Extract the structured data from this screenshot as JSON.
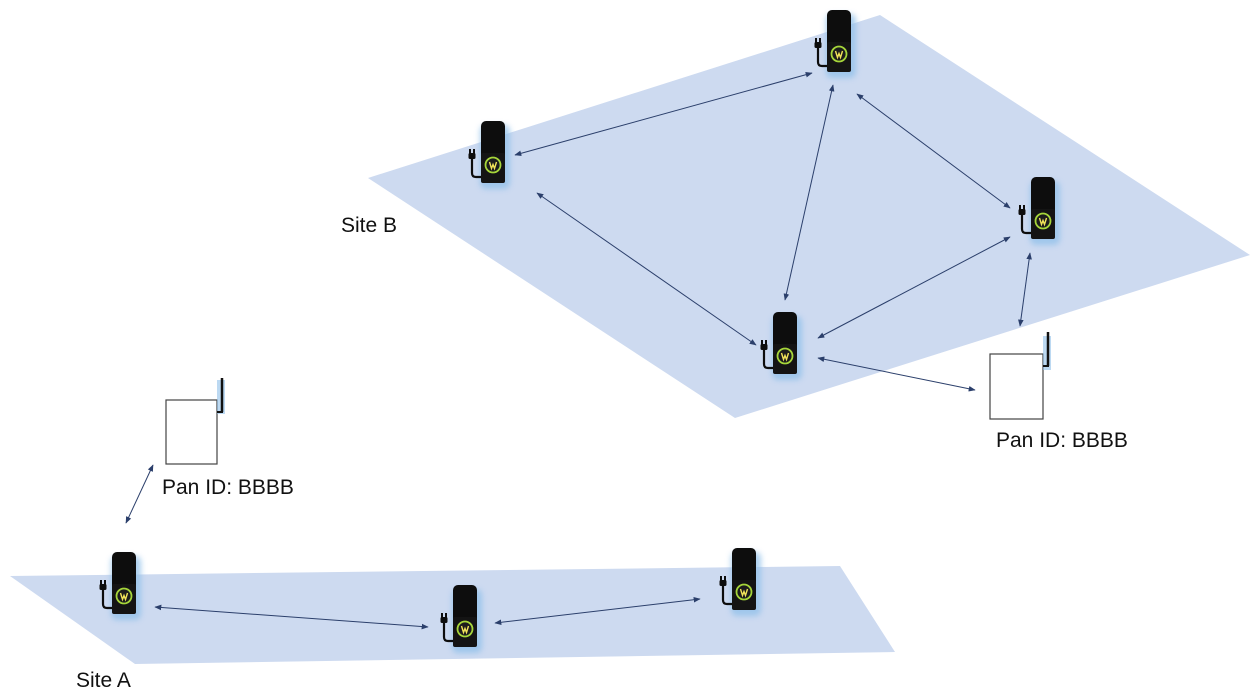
{
  "sites": {
    "site_a": {
      "label": "Site A"
    },
    "site_b": {
      "label": "Site B"
    }
  },
  "gateways": {
    "gateway_a": {
      "pan_label": "Pan ID: BBBB"
    },
    "gateway_b": {
      "pan_label": "Pan ID: BBBB"
    }
  },
  "chargers": {
    "site_b": [
      "charger-b-top",
      "charger-b-left",
      "charger-b-right",
      "charger-b-bottom"
    ],
    "site_a": [
      "charger-a-left",
      "charger-a-middle",
      "charger-a-right"
    ]
  },
  "colors": {
    "plane_fill": "#cddaf0",
    "arrow": "#2b3f6b",
    "charger_body": "#0d0d0d",
    "charger_glow": "#8fc0ea",
    "charger_logo": "#a6d63a",
    "gateway_stroke": "#444444"
  }
}
